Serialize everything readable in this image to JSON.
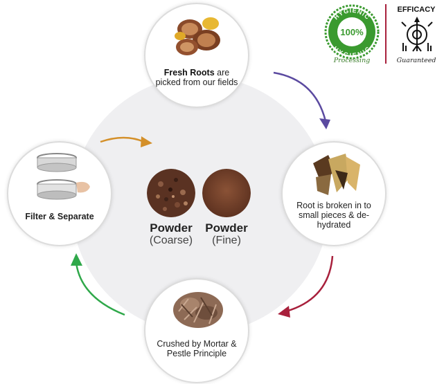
{
  "steps": {
    "fresh_roots": {
      "bold": "Fresh Roots",
      "rest": " are picked from our fields"
    },
    "broken": {
      "text": "Root is broken in to small pieces & de-hydrated"
    },
    "crushed": {
      "text": "Crushed by Mortar & Pestle Principle"
    },
    "filter": {
      "text": "Filter & Separate"
    }
  },
  "center": {
    "coarse": {
      "title": "Powder",
      "sub": "(Coarse)"
    },
    "fine": {
      "title": "Powder",
      "sub": "(Fine)"
    }
  },
  "badges": {
    "hygienic": {
      "ring_top": "HYGIENIC",
      "center": "100%",
      "ring_bottom": "HYGIENIC",
      "caption": "Processing"
    },
    "efficacy": {
      "title": "EFFICACY",
      "caption": "Guaranteed"
    }
  },
  "colors": {
    "arrow_top_right": "#5b4aa0",
    "arrow_bottom_right": "#a8203c",
    "arrow_bottom_left": "#2fa84a",
    "arrow_top_left": "#d4902a",
    "badge_green": "#3a9a2f",
    "divider": "#a8203c"
  },
  "icons": {
    "fresh_roots": "fresh-roots-image",
    "broken": "dried-root-pieces-image",
    "crushed": "crushed-root-image",
    "filter": "sieve-image",
    "coarse": "coarse-powder-image",
    "fine": "fine-powder-image",
    "hygienic": "hygienic-seal-icon",
    "efficacy": "target-arrow-icon"
  }
}
